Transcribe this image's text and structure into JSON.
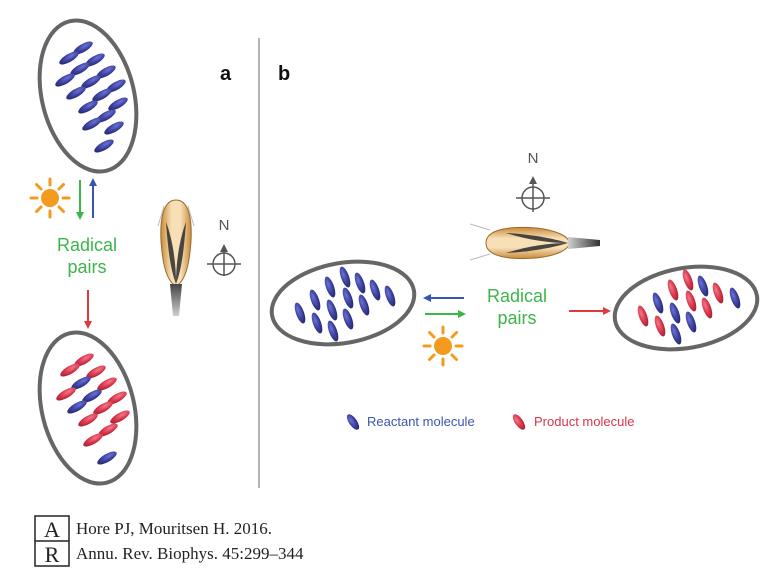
{
  "panels": {
    "a": {
      "label": "a"
    },
    "b": {
      "label": "b"
    }
  },
  "radical_pairs": {
    "line1": "Radical",
    "line2": "pairs"
  },
  "compass": {
    "north": "N"
  },
  "legend": {
    "reactant": "Reactant molecule",
    "product": "Product molecule"
  },
  "citation": {
    "line1": "Hore PJ, Mouritsen H. 2016.",
    "line2": "Annu. Rev. Biophys. 45:299–344",
    "logo_letters": "AR"
  },
  "colors": {
    "reactant": "#3b3f9c",
    "product": "#d8344a",
    "radical_text": "#3cb54a",
    "arrow_blue": "#3a56b0",
    "arrow_green": "#3cb54a",
    "arrow_red": "#e03a3e",
    "sun": "#f39a1f",
    "outline": "#666666",
    "divider": "#9a9a9a"
  }
}
